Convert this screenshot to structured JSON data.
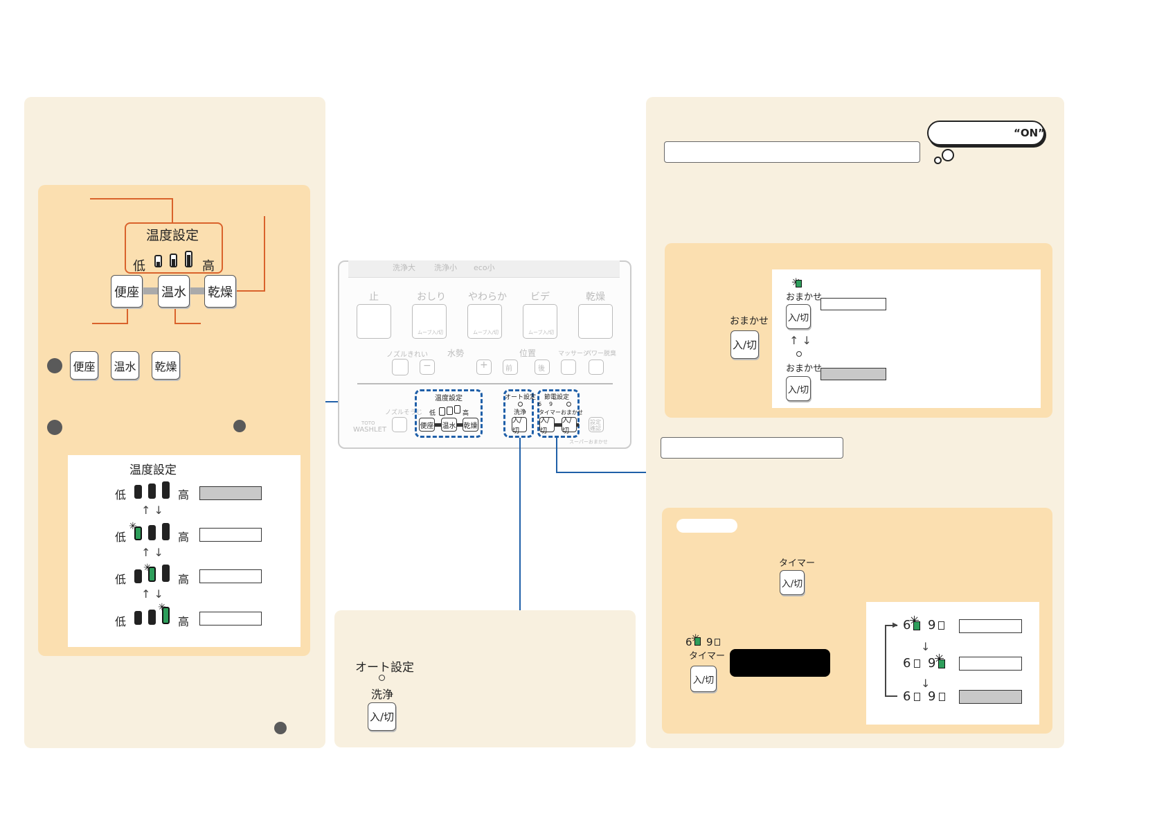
{
  "left": {
    "temp_panel_title": "温度設定",
    "low": "低",
    "high": "高",
    "btn_seat": "便座",
    "btn_water": "温水",
    "btn_dry": "乾燥",
    "legend_title": "温度設定"
  },
  "center": {
    "panel": {
      "top_btns": [
        "洗浄大",
        "洗浄小",
        "eco小"
      ],
      "stop": "止",
      "oshiri": "おしり",
      "yawaraka": "やわらか",
      "bidet": "ビデ",
      "kanso": "乾燥",
      "move1": "ムーブ入/切",
      "move2": "ムーブ入/切",
      "move3": "ムーブ入/切",
      "nozzle": "ノズルきれい",
      "suisei": "水勢",
      "ichi": "位置",
      "massage": "マッサージ",
      "power": "パワー脱臭",
      "mae": "前",
      "ushiro": "後",
      "nyukiri": "入/切",
      "temp_title": "温度設定",
      "low": "低",
      "high": "高",
      "seat": "便座",
      "water": "温水",
      "dry": "乾燥",
      "auto_title": "オート設定",
      "senjo": "洗浄",
      "setsuden_title": "節電設定",
      "timer": "タイマー",
      "omakase": "おまかせ",
      "six": "6",
      "nine": "9",
      "nozzle_clean": "ノズルそうじ",
      "brand": "TOTO",
      "brand2": "WASHLET",
      "settei": "設定",
      "kakunin": "確認",
      "super": "スーパーおまかせ"
    },
    "auto_title": "オート設定",
    "senjo": "洗浄",
    "nyukiri": "入/切"
  },
  "right": {
    "bubble_on": "“ON”",
    "omakase": "おまかせ",
    "nyukiri": "入/切",
    "timer": "タイマー",
    "six": "6",
    "nine": "9"
  }
}
